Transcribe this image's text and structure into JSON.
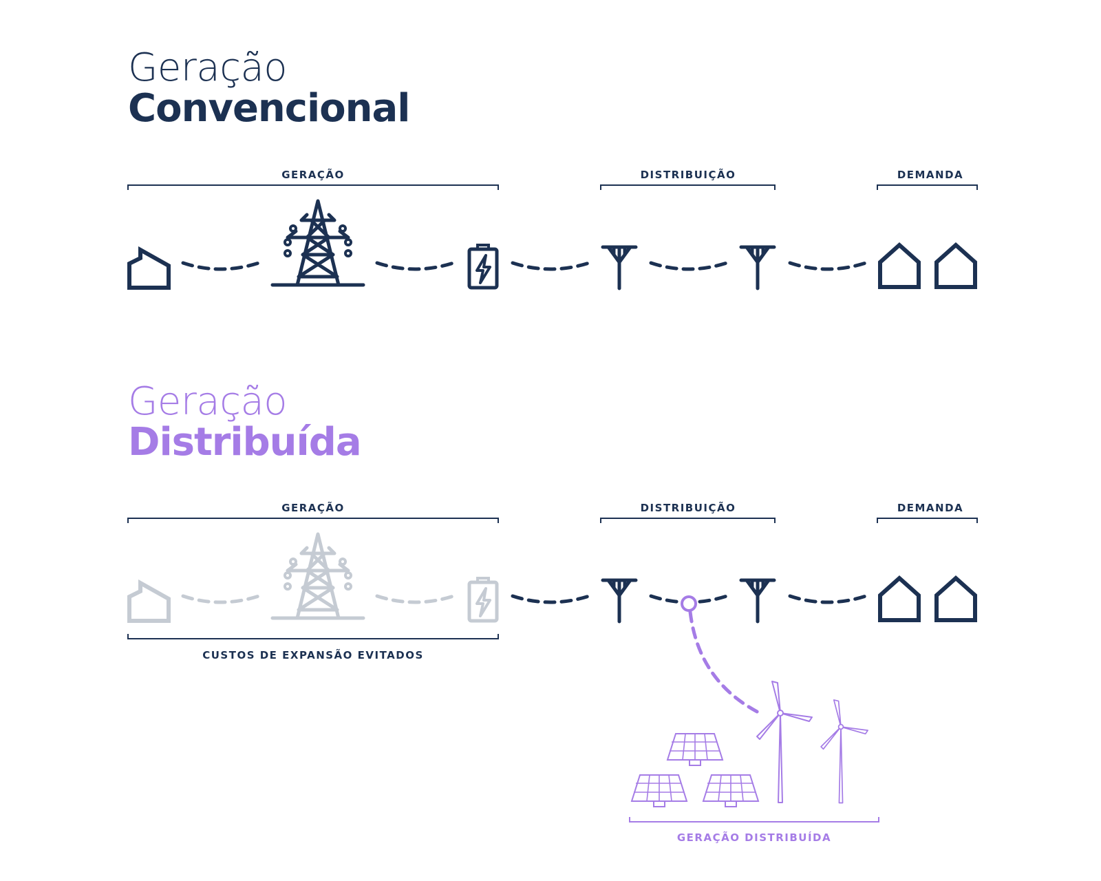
{
  "colors": {
    "navy": "#1c3152",
    "gray": "#c5cbd3",
    "purple": "#a57ce6"
  },
  "conventional": {
    "title_light": "Geração",
    "title_bold": "Convencional",
    "labels": {
      "generation": "GERAÇÃO",
      "distribution": "DISTRIBUIÇÃO",
      "demand": "DEMANDA"
    }
  },
  "distributed": {
    "title_light": "Geração",
    "title_bold": "Distribuída",
    "labels": {
      "generation": "GERAÇÃO",
      "distribution": "DISTRIBUIÇÃO",
      "demand": "DEMANDA",
      "avoided_costs": "CUSTOS DE EXPANSÃO EVITADOS",
      "distributed_generation": "GERAÇÃO DISTRIBUÍDA"
    }
  },
  "icons": [
    "factory-icon",
    "transmission-tower-icon",
    "battery-icon",
    "utility-pole-icon",
    "house-icon",
    "solar-panel-icon",
    "wind-turbine-icon"
  ]
}
